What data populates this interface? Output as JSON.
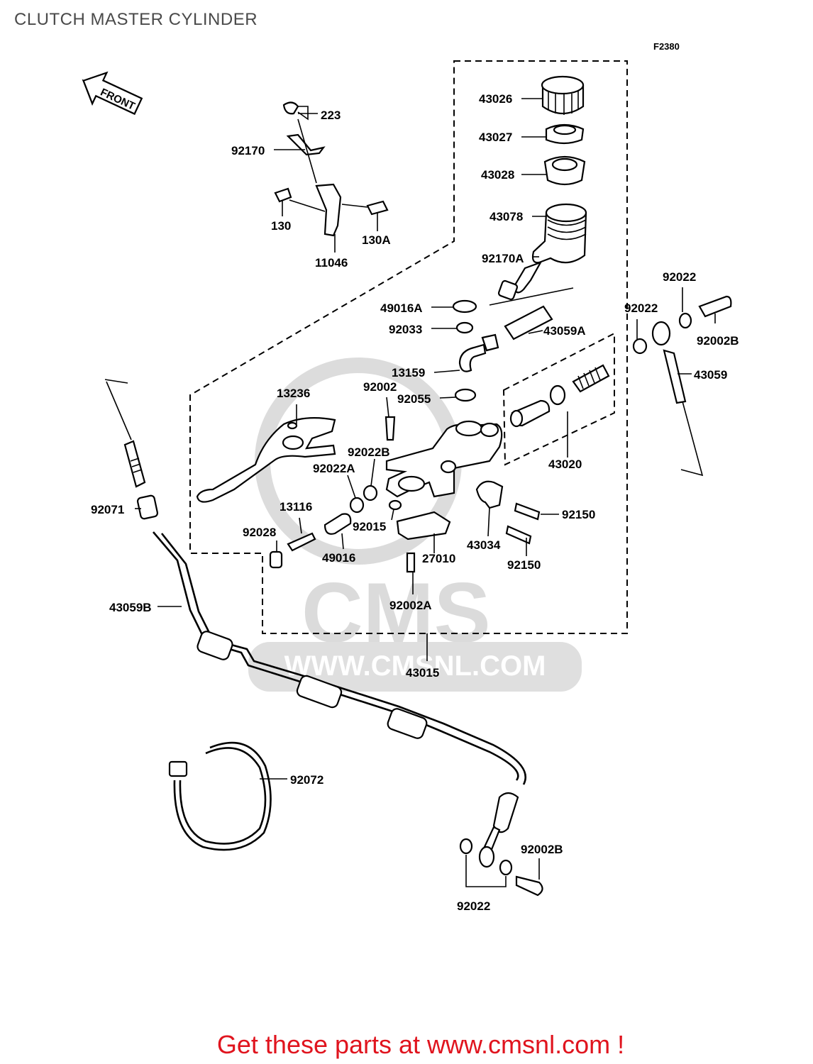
{
  "title": "CLUTCH MASTER CYLINDER",
  "figure_code": "F2380",
  "front_arrow": "FRONT",
  "watermark": {
    "brand": "CMS",
    "url": "WWW.CMSNL.COM"
  },
  "parts": [
    {
      "id": "p223",
      "label": "223"
    },
    {
      "id": "p92170",
      "label": "92170"
    },
    {
      "id": "p130",
      "label": "130"
    },
    {
      "id": "p130a",
      "label": "130A"
    },
    {
      "id": "p11046",
      "label": "11046"
    },
    {
      "id": "p43026",
      "label": "43026"
    },
    {
      "id": "p43027",
      "label": "43027"
    },
    {
      "id": "p43028",
      "label": "43028"
    },
    {
      "id": "p43078",
      "label": "43078"
    },
    {
      "id": "p92170a",
      "label": "92170A"
    },
    {
      "id": "p49016a",
      "label": "49016A"
    },
    {
      "id": "p92033",
      "label": "92033"
    },
    {
      "id": "p43059a",
      "label": "43059A"
    },
    {
      "id": "p92022_top1",
      "label": "92022"
    },
    {
      "id": "p92022_top2",
      "label": "92022"
    },
    {
      "id": "p92002b_top",
      "label": "92002B"
    },
    {
      "id": "p43059",
      "label": "43059"
    },
    {
      "id": "p13159",
      "label": "13159"
    },
    {
      "id": "p13236",
      "label": "13236"
    },
    {
      "id": "p92002",
      "label": "92002"
    },
    {
      "id": "p92055",
      "label": "92055"
    },
    {
      "id": "p92022b",
      "label": "92022B"
    },
    {
      "id": "p92022a",
      "label": "92022A"
    },
    {
      "id": "p43020",
      "label": "43020"
    },
    {
      "id": "p92071",
      "label": "92071"
    },
    {
      "id": "p13116",
      "label": "13116"
    },
    {
      "id": "p92015",
      "label": "92015"
    },
    {
      "id": "p92150_1",
      "label": "92150"
    },
    {
      "id": "p92028",
      "label": "92028"
    },
    {
      "id": "p49016",
      "label": "49016"
    },
    {
      "id": "p43034",
      "label": "43034"
    },
    {
      "id": "p27010",
      "label": "27010"
    },
    {
      "id": "p92150_2",
      "label": "92150"
    },
    {
      "id": "p92002a",
      "label": "92002A"
    },
    {
      "id": "p43059b",
      "label": "43059B"
    },
    {
      "id": "p43015",
      "label": "43015"
    },
    {
      "id": "p92072",
      "label": "92072"
    },
    {
      "id": "p92002b_bot",
      "label": "92002B"
    },
    {
      "id": "p92022_bot",
      "label": "92022"
    }
  ],
  "footer": "Get these parts at www.cmsnl.com !"
}
